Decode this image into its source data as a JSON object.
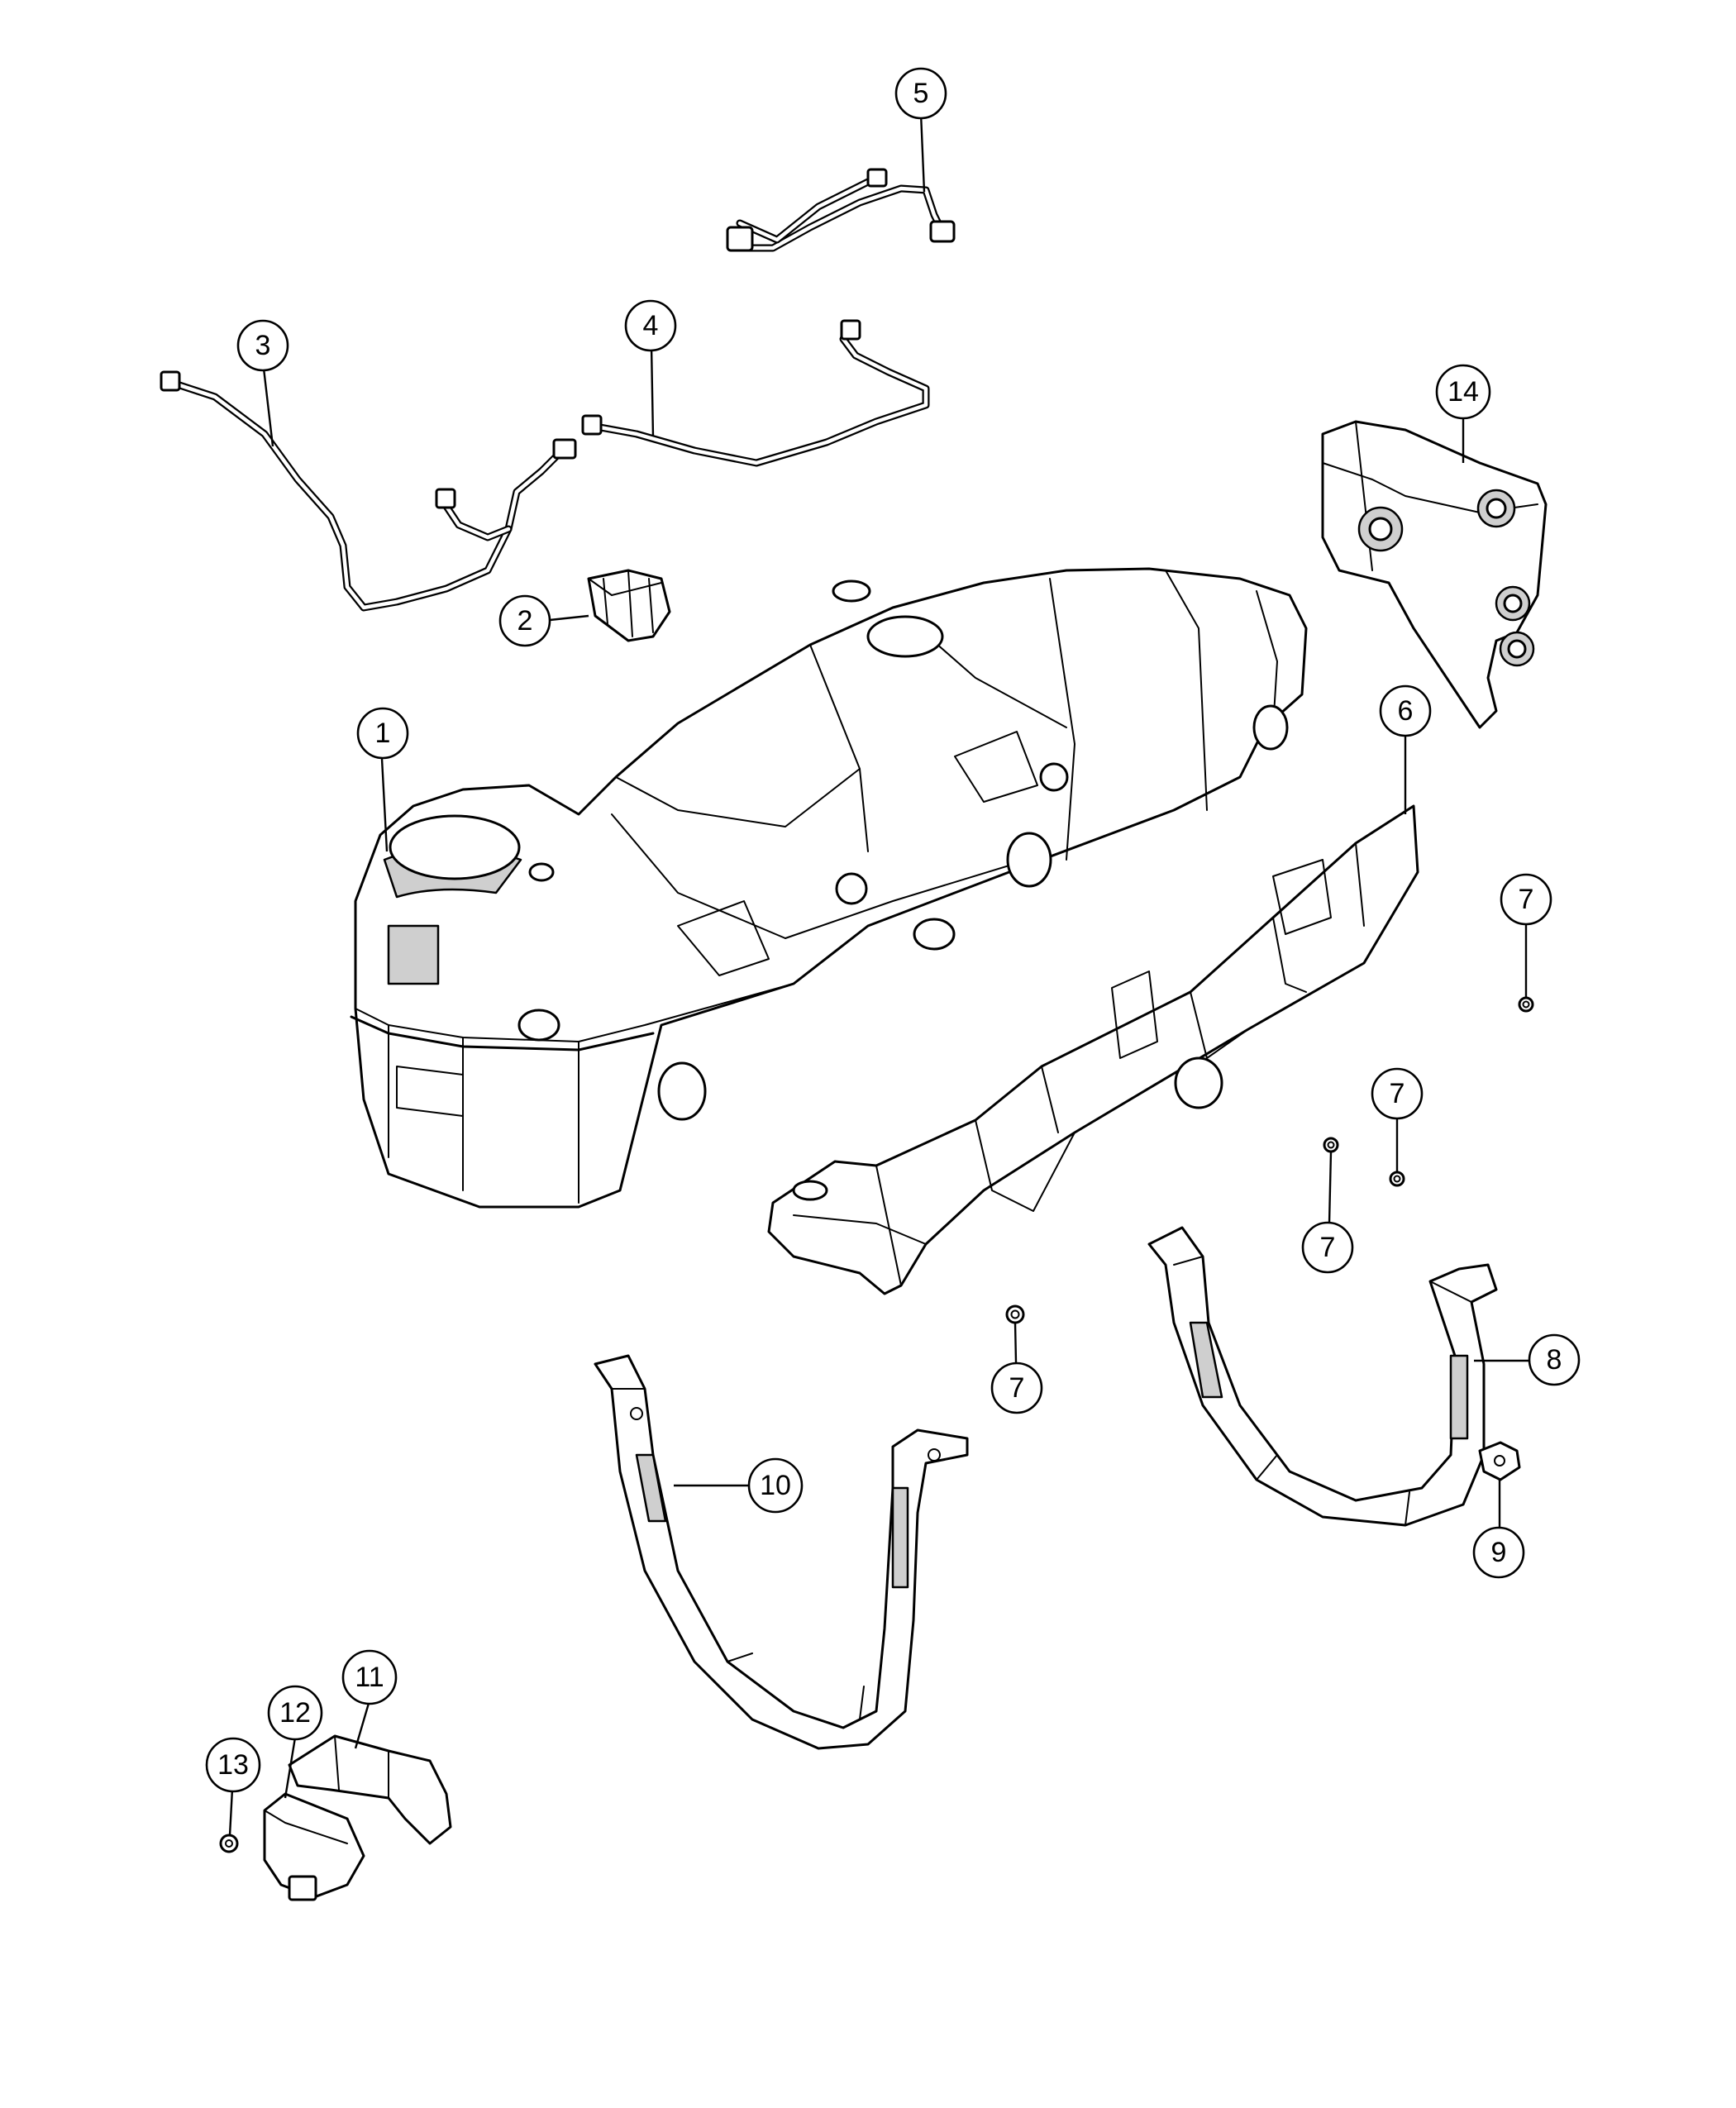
{
  "callouts": [
    {
      "id": "c1",
      "label": "1"
    },
    {
      "id": "c2",
      "label": "2"
    },
    {
      "id": "c3",
      "label": "3"
    },
    {
      "id": "c4",
      "label": "4"
    },
    {
      "id": "c5",
      "label": "5"
    },
    {
      "id": "c6",
      "label": "6"
    },
    {
      "id": "c7a",
      "label": "7"
    },
    {
      "id": "c7b",
      "label": "7"
    },
    {
      "id": "c7c",
      "label": "7"
    },
    {
      "id": "c7d",
      "label": "7"
    },
    {
      "id": "c7e",
      "label": "7"
    },
    {
      "id": "c8",
      "label": "8"
    },
    {
      "id": "c9",
      "label": "9"
    },
    {
      "id": "c10",
      "label": "10"
    },
    {
      "id": "c11",
      "label": "11"
    },
    {
      "id": "c12",
      "label": "12"
    },
    {
      "id": "c13",
      "label": "13"
    },
    {
      "id": "c14",
      "label": "14"
    }
  ]
}
